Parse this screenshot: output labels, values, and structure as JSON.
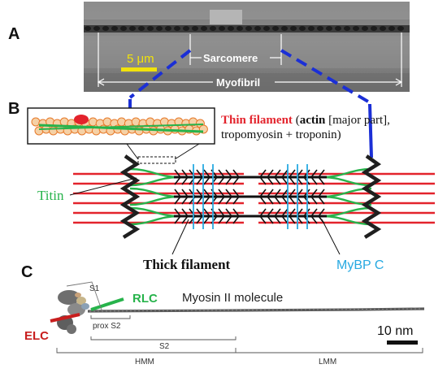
{
  "panels": {
    "a": "A",
    "b": "B",
    "c": "C"
  },
  "micrograph": {
    "scale_bar": "5 μm",
    "sarcomere": "Sarcomere",
    "myofibril": "Myofibril"
  },
  "thin_filament": {
    "title": "Thin filament",
    "open_paren": " (",
    "actin": "actin",
    "rest_line1": " [major part],",
    "line2": "tropomyosin + troponin)"
  },
  "labels": {
    "titin": "Titin",
    "thick_filament": "Thick filament",
    "mybpc": "MyBP C"
  },
  "molecule": {
    "s1": "S1",
    "rlc": "RLC",
    "title": "Myosin II molecule",
    "elc": "ELC",
    "prox_s2": "prox S2",
    "s2": "S2",
    "scale_bar": "10 nm",
    "hmm": "HMM",
    "lmm": "LMM"
  },
  "colors": {
    "thin": "#e3232c",
    "titin": "#27b34b",
    "mybpc": "#27a9e1",
    "zline": "#1f1f1f",
    "dashed_blue": "#1b2fd6",
    "scale_yellow": "#f1e20b",
    "actin_fill": "#f5d1a6",
    "actin_stroke": "#e77a2a"
  }
}
